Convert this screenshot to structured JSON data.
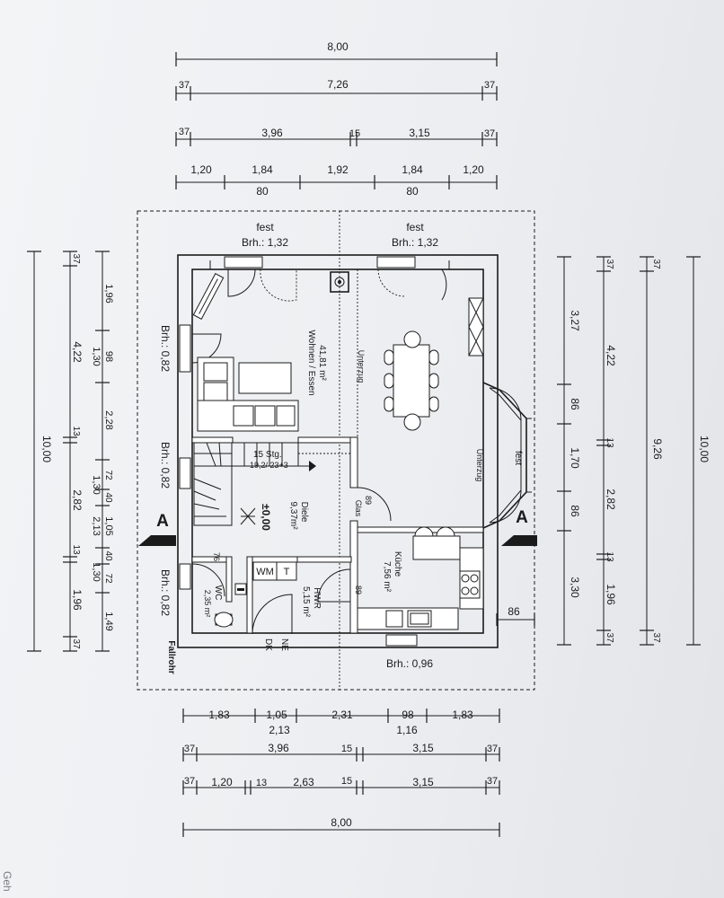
{
  "top_dims": {
    "row1": [
      "8,00"
    ],
    "row2": [
      "37",
      "7,26",
      "37"
    ],
    "row3": [
      "37",
      "3,96",
      "15",
      "3,15",
      "37"
    ],
    "row4_upper": [
      "1,20",
      "1,84",
      "1,92",
      "1,84",
      "1,20"
    ],
    "row4_lower": [
      "80",
      "80"
    ]
  },
  "bottom_dims": {
    "row1_upper": [
      "1,83",
      "1,05",
      "2,31",
      "98",
      "1,83"
    ],
    "row1_lower": [
      "2,13",
      "1,16"
    ],
    "row2": [
      "37",
      "3,96",
      "15",
      "3,15",
      "37"
    ],
    "row3": [
      "37",
      "1,20",
      "13",
      "2,63",
      "15",
      "3,15",
      "37"
    ],
    "row4": [
      "8,00"
    ]
  },
  "left_dims": {
    "outer": "10,00",
    "col2": [
      "37",
      "4,22",
      "13",
      "2,82",
      "13",
      "1,96",
      "37"
    ],
    "col3": [
      "1,96",
      "1,30",
      "98",
      "2,28",
      "72",
      "1,30",
      "40",
      "2,13",
      "1,05",
      "40",
      "1,30",
      "72",
      "1,49"
    ]
  },
  "right_dims": {
    "col1": [
      "3,27",
      "86",
      "1,70",
      "86",
      "3,30"
    ],
    "col2": [
      "37",
      "4,22",
      "13",
      "2,82",
      "13",
      "1,96",
      "37"
    ],
    "col3": [
      "37",
      "9,26",
      "37"
    ],
    "outer": "10,00",
    "bay": "86"
  },
  "windows": {
    "top_left_fixed": "fest",
    "top_left_sill": "Brh.: 1,32",
    "top_right_fixed": "fest",
    "top_right_sill": "Brh.: 1,32",
    "left_sill_1": "Brh.: 0,82",
    "left_sill_2": "Brh.: 0,82",
    "left_sill_3": "Brh.: 0,82",
    "bottom_sill": "Brh.: 0,96",
    "bay_fixed": "fest"
  },
  "rooms": {
    "living_name": "Wohnen / Essen",
    "living_area": "41,81 m²",
    "hall_name": "Diele",
    "hall_area": "9,37m²",
    "kitchen_name": "Küche",
    "kitchen_area": "7,56 m²",
    "utility_name": "HWR",
    "utility_area": "5,15 m²",
    "wc_name": "WC",
    "wc_area": "2,35 m²"
  },
  "labels": {
    "section_left": "A",
    "section_right": "A",
    "level": "±0,00",
    "stairs_line1": "15 Stg.",
    "stairs_line2": "19,2/ 23+3",
    "beam_1": "Unterzug",
    "beam_2": "Unterzug",
    "washer": "WM",
    "dryer": "T",
    "downpipe": "Fallrohr",
    "ne": "NE",
    "dk": "DK",
    "glass": "Glas",
    "door_glass_width": "89",
    "door_utility_width": "89",
    "door_wc_width": "76",
    "cut_off": "Geh"
  },
  "colors": {
    "ink": "#1b1b1b",
    "paper": "#eceef1"
  }
}
